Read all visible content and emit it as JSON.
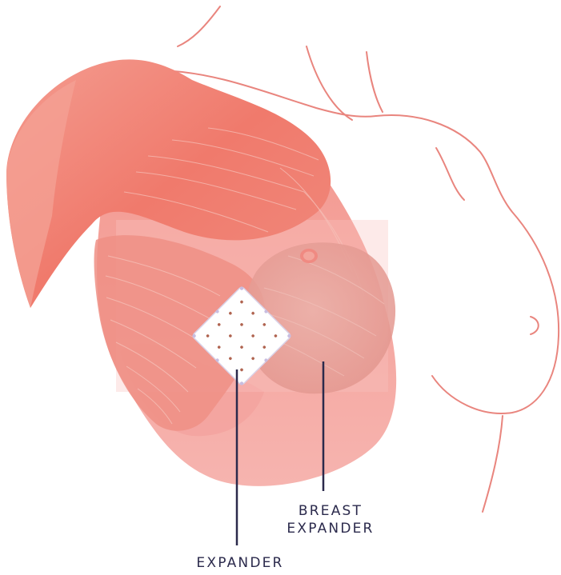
{
  "labels": {
    "breast_expander_line1": "BREAST",
    "breast_expander_line2": "EXPANDER",
    "expander": "EXPANDER"
  },
  "colors": {
    "outline": "#e9857e",
    "pectoral_muscle": "#f07f73",
    "breast_pink": "#f6aaa6",
    "mound": "#e8a09a",
    "patch_fill": "#ffffff",
    "patch_dots": "#b06450",
    "leader_line": "#2b2a4c",
    "label_text": "#2b2a4c"
  },
  "icons": {
    "patch_mesh": "dotted-mesh-icon"
  }
}
